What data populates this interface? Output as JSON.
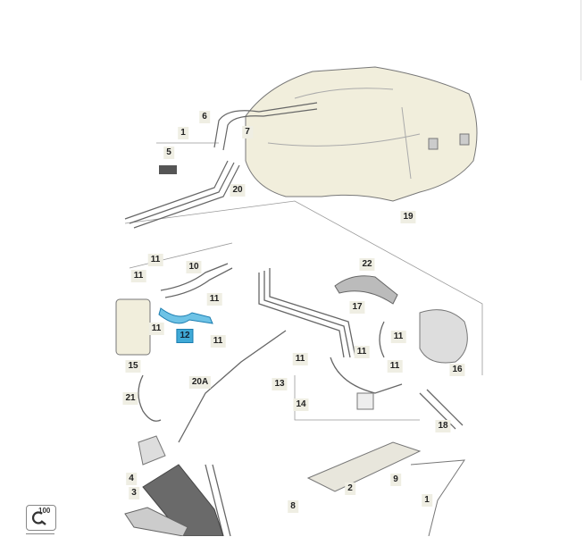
{
  "diagram": {
    "title": "Fuel tank and fuel lines",
    "callouts": [
      "1",
      "5",
      "6",
      "7",
      "20",
      "19",
      "22",
      "10",
      "11",
      "11",
      "11",
      "11",
      "11",
      "11",
      "11",
      "11",
      "11",
      "17",
      "12",
      "15",
      "16",
      "13",
      "14",
      "21",
      "20A",
      "18",
      "4",
      "9",
      "2",
      "1",
      "3",
      "8"
    ],
    "highlighted_part": "12",
    "highlight_color": "#3fa9d6"
  },
  "toolbar": {
    "zoom_level": "100",
    "zoom_icon": "zoom-magnifier-icon"
  }
}
